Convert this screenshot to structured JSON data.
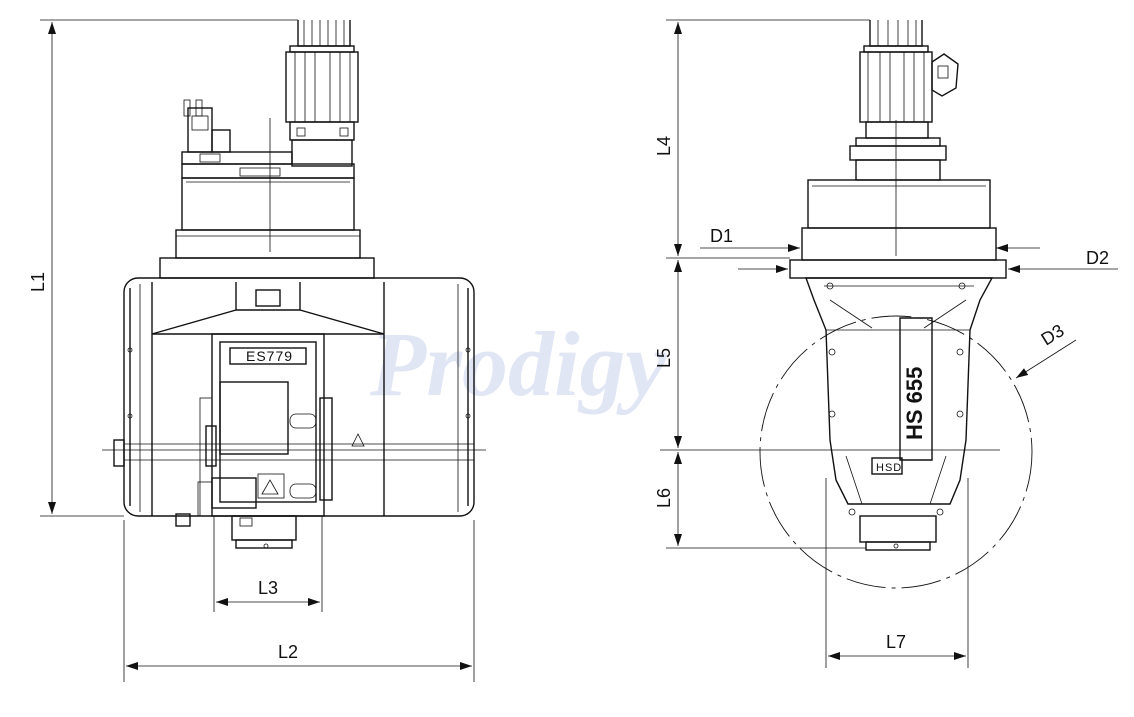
{
  "watermark": "Prodigy",
  "front_view": {
    "nameplate": "ES779",
    "dimensions": {
      "l1": "L1",
      "l2": "L2",
      "l3": "L3"
    }
  },
  "side_view": {
    "nameplate": "HS 655",
    "badge": "HSD",
    "dimensions": {
      "l4": "L4",
      "l5": "L5",
      "l6": "L6",
      "l7": "L7",
      "d1": "D1",
      "d2": "D2",
      "d3": "D3"
    }
  },
  "colors": {
    "line": "#111111",
    "watermark_blue": "#c9d2ec",
    "watermark_green": "#e4efc2"
  }
}
